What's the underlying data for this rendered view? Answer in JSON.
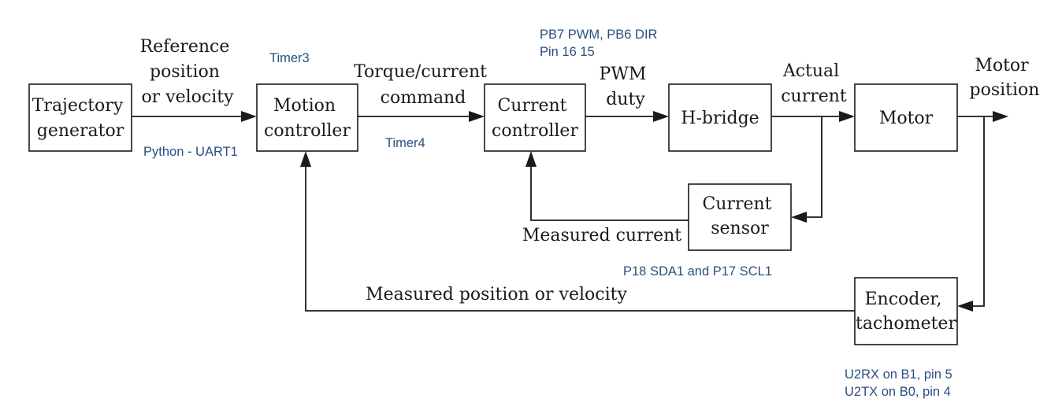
{
  "blocks": {
    "trajectory": [
      "Trajectory",
      "generator"
    ],
    "motion": [
      "Motion",
      "controller"
    ],
    "current_ctrl": [
      "Current",
      "controller"
    ],
    "hbridge": [
      "H-bridge"
    ],
    "motor": [
      "Motor"
    ],
    "current_sensor": [
      "Current",
      "sensor"
    ],
    "encoder": [
      "Encoder,",
      "tachometer"
    ]
  },
  "signals": {
    "reference": [
      "Reference",
      "position",
      "or velocity"
    ],
    "torque": [
      "Torque/current",
      "command"
    ],
    "pwm": [
      "PWM",
      "duty"
    ],
    "actual_current": [
      "Actual",
      "current"
    ],
    "motor_position": [
      "Motor",
      "position"
    ],
    "measured_current": "Measured current",
    "measured_position": "Measured position or velocity"
  },
  "notes": {
    "timer3": "Timer3",
    "python_uart": "Python - UART1",
    "timer4": "Timer4",
    "pwm_pins": [
      "PB7 PWM, PB6 DIR",
      "Pin 16 15"
    ],
    "i2c_pins": "P18 SDA1 and P17 SCL1",
    "uart_pins": [
      "U2RX on B1, pin 5",
      "U2TX on B0, pin 4"
    ]
  }
}
